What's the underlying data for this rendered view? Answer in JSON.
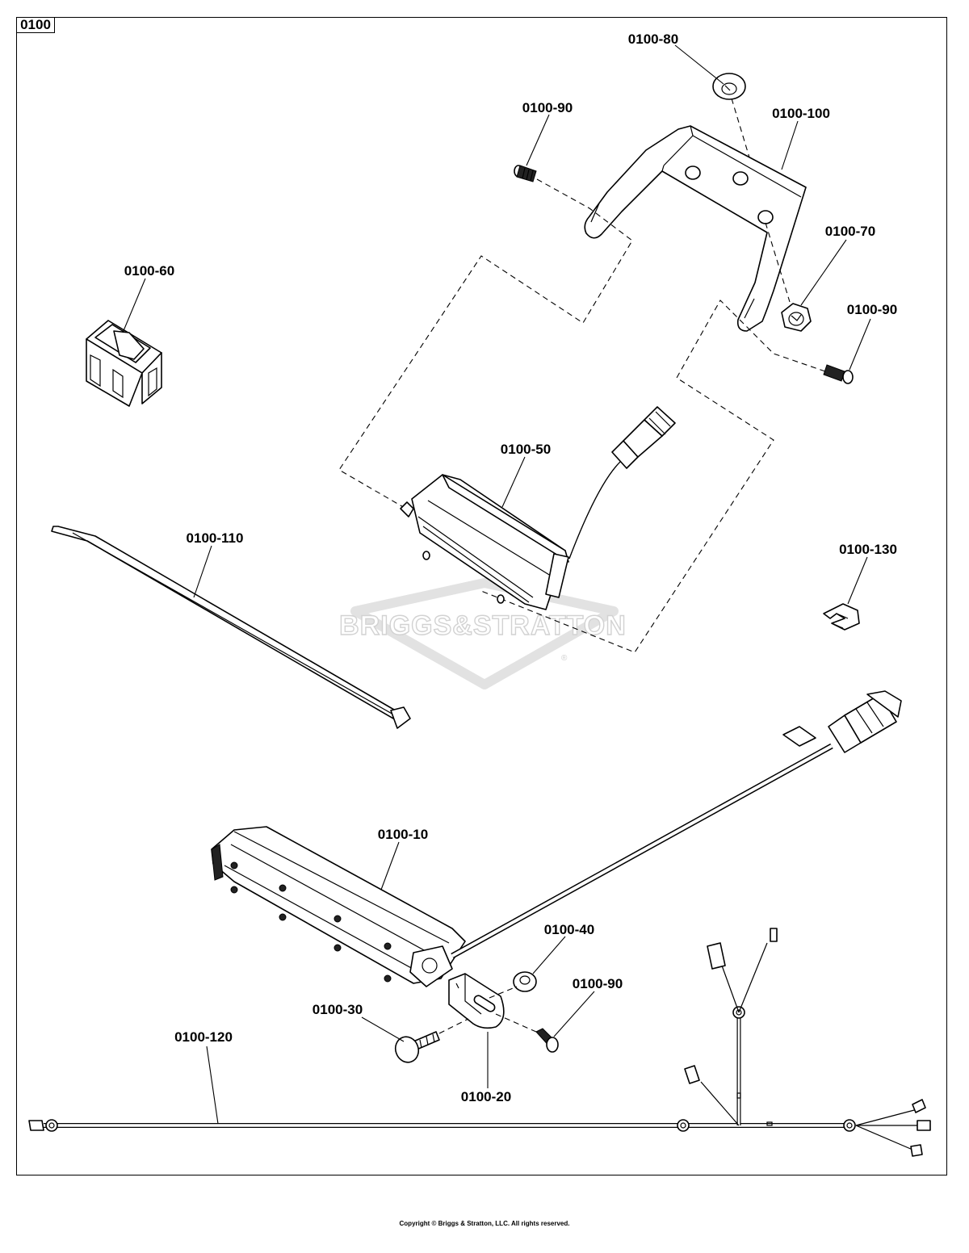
{
  "section_tag": "0100",
  "watermark": "BRIGGS&STRATTON",
  "watermark_mark": "®",
  "copyright": "Copyright © Briggs & Stratton, LLC. All rights reserved.",
  "callouts": {
    "p80": "0100-80",
    "p90_top": "0100-90",
    "p100": "0100-100",
    "p70": "0100-70",
    "p90_right": "0100-90",
    "p60": "0100-60",
    "p50": "0100-50",
    "p110": "0100-110",
    "p130": "0100-130",
    "p10": "0100-10",
    "p40": "0100-40",
    "p90_bottom": "0100-90",
    "p30": "0100-30",
    "p120": "0100-120",
    "p20": "0100-20"
  }
}
